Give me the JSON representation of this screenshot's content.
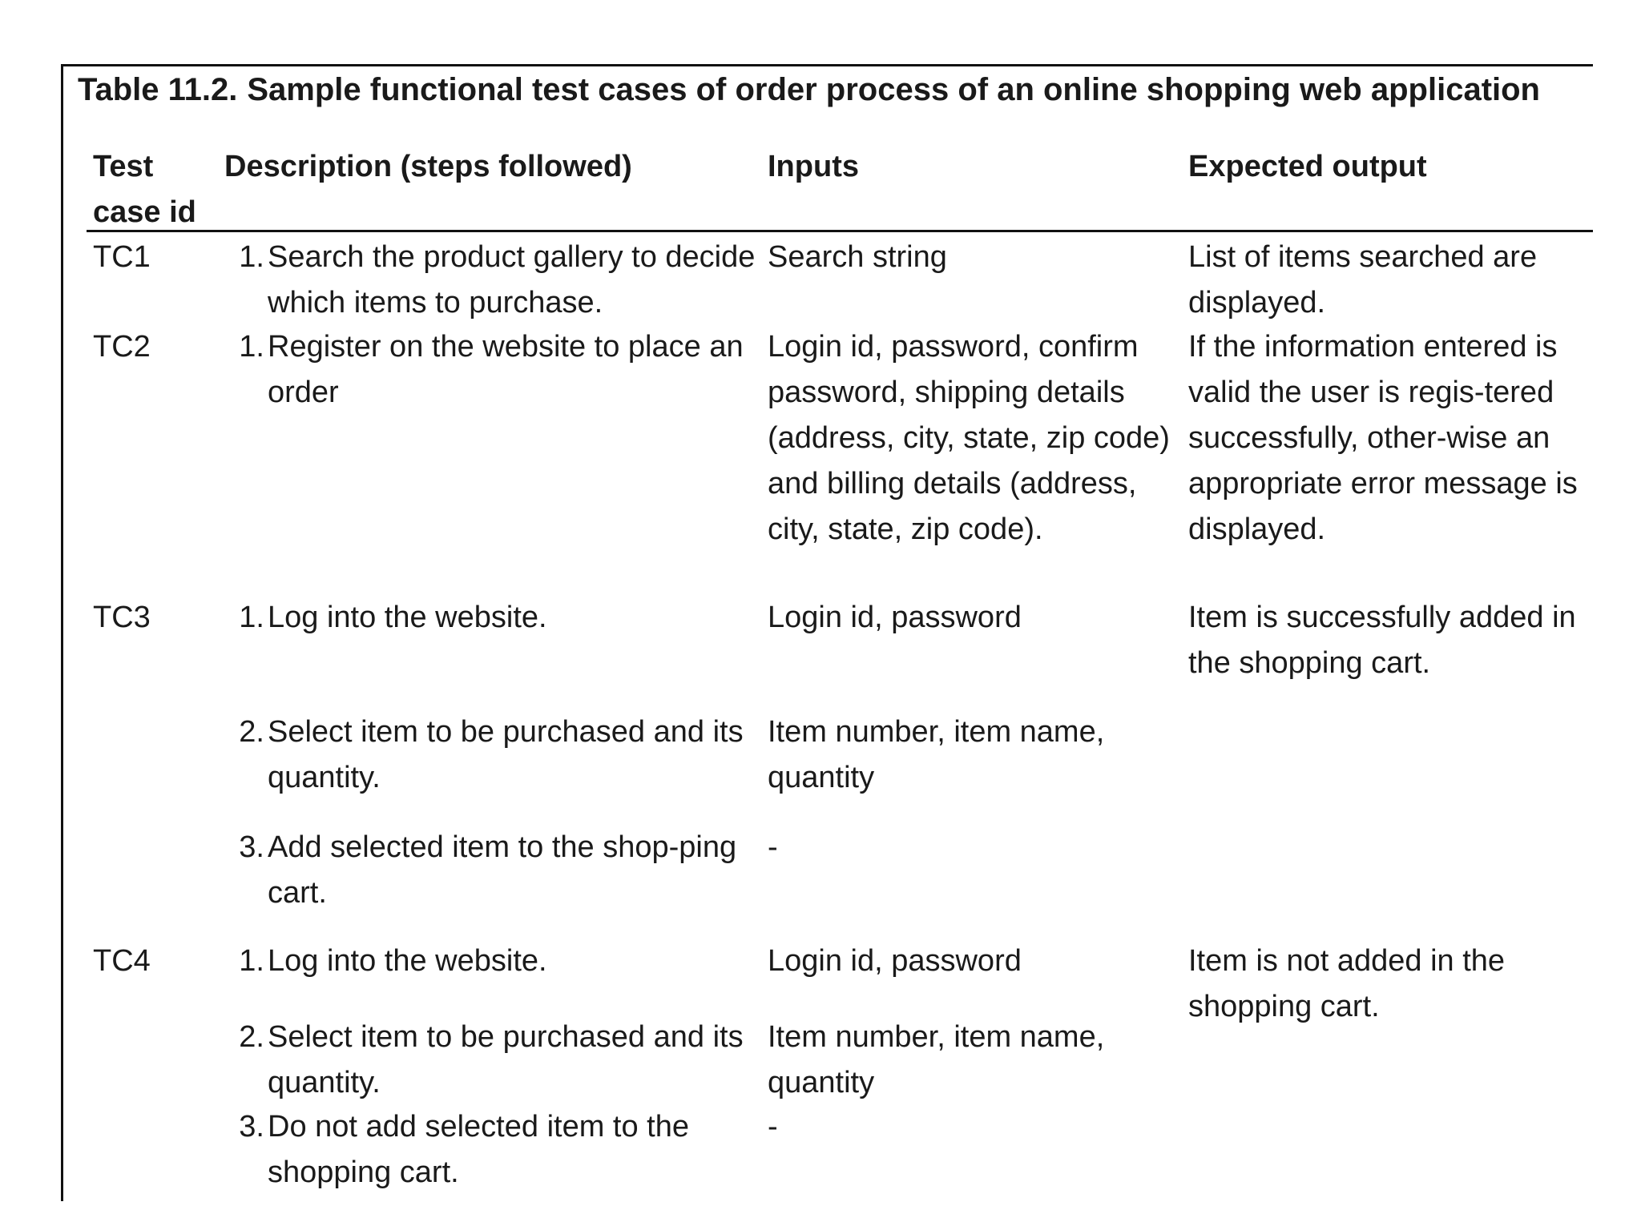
{
  "caption": {
    "label": "Table 11.2.",
    "text": "Sample functional test cases of order process of an online shopping web application"
  },
  "headers": {
    "id_line1": "Test",
    "id_line2": "case id",
    "description": "Description (steps followed)",
    "inputs": "Inputs",
    "expected": "Expected output"
  },
  "rows": [
    {
      "id": "TC1",
      "steps": [
        {
          "num": "1.",
          "text": "Search the product gallery to decide which items to purchase.",
          "input": "Search string"
        }
      ],
      "expected": "List of items searched are displayed."
    },
    {
      "id": "TC2",
      "steps": [
        {
          "num": "1.",
          "text": "Register on the website to place an order",
          "input": "Login id, password, confirm password, shipping details (address, city, state, zip code) and billing details (address, city, state, zip code)."
        }
      ],
      "expected": "If the information entered is valid the user is regis-tered successfully, other-wise an appropriate error message is displayed."
    },
    {
      "id": "TC3",
      "steps": [
        {
          "num": "1.",
          "text": "Log into the website.",
          "input": "Login id, password"
        },
        {
          "num": "2.",
          "text": "Select item to be purchased and its quantity.",
          "input": "Item number, item name, quantity"
        },
        {
          "num": "3.",
          "text": "Add selected item to the shop-ping cart.",
          "input": "-"
        }
      ],
      "expected": "Item is successfully added in the shopping cart."
    },
    {
      "id": "TC4",
      "steps": [
        {
          "num": "1.",
          "text": "Log into the website.",
          "input": "Login id, password"
        },
        {
          "num": "2.",
          "text": "Select item to be purchased and its quantity.",
          "input": "Item number, item name, quantity"
        },
        {
          "num": "3.",
          "text": "Do not add selected item to the shopping cart.",
          "input": "-"
        }
      ],
      "expected": "Item is not added in the shopping cart."
    }
  ]
}
